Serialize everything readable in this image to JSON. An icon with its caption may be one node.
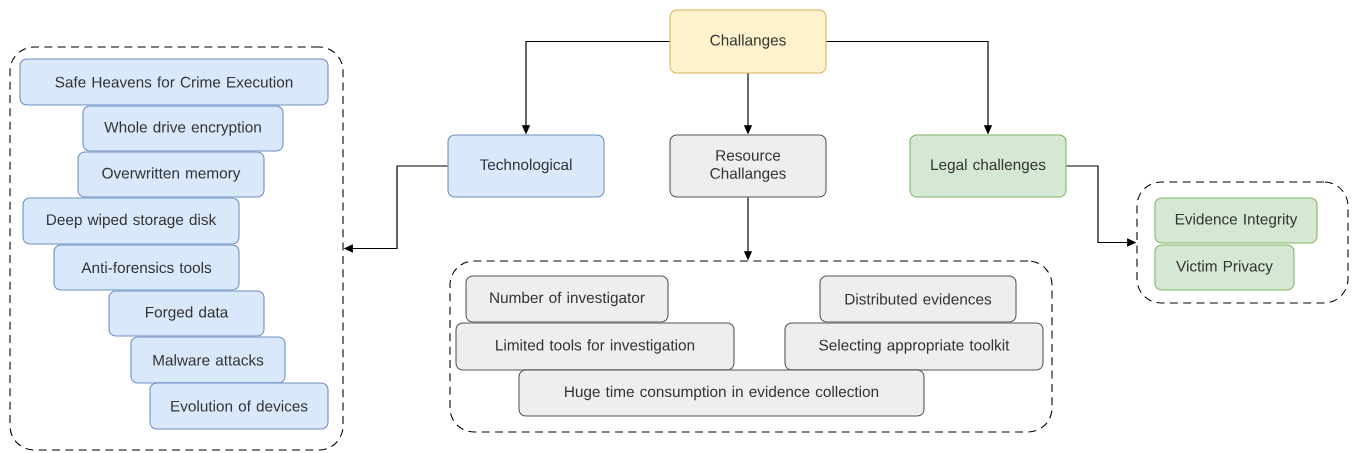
{
  "diagram": {
    "nodes": [
      {
        "text": [
          "Challanges"
        ]
      },
      {
        "text": [
          "Technological"
        ]
      },
      {
        "text": [
          "Resource Challanges"
        ]
      },
      {
        "text": [
          "Legal challenges"
        ]
      },
      {
        "text": [],
        "shape": "box"
      },
      {
        "text": [
          "Safe Heavens for Crime Execution"
        ],
        "in": 4
      },
      {
        "text": [
          "Whole drive encryption"
        ],
        "in": 4
      },
      {
        "text": [
          "Overwritten memory"
        ],
        "in": 4
      },
      {
        "text": [
          "Deep wiped storage disk"
        ],
        "in": 4
      },
      {
        "text": [
          "Anti-forensics tools"
        ],
        "in": 4
      },
      {
        "text": [
          "Forged data"
        ],
        "in": 4
      },
      {
        "text": [
          "Malware attacks"
        ],
        "in": 4
      },
      {
        "text": [
          "Evolution of devices"
        ],
        "in": 4
      },
      {
        "text": [],
        "shape": "box"
      },
      {
        "text": [
          "Number of investigator"
        ],
        "in": 13
      },
      {
        "text": [
          "Distributed evidences"
        ],
        "in": 13
      },
      {
        "text": [
          "Limited tools for investigation"
        ],
        "in": 13
      },
      {
        "text": [
          "Selecting appropriate toolkit"
        ],
        "in": 13
      },
      {
        "text": [
          "Huge time consumption in evidence collection"
        ],
        "in": 13
      },
      {
        "text": [],
        "shape": "box"
      },
      {
        "text": [
          "Evidence Integrity"
        ],
        "in": 19
      },
      {
        "text": [
          "Victim Privacy"
        ],
        "in": 19
      }
    ],
    "edges": [
      {
        "from": 0,
        "to": 1,
        "arrow": "to"
      },
      {
        "from": 0,
        "to": 2,
        "arrow": "to"
      },
      {
        "from": 0,
        "to": 3,
        "arrow": "to"
      },
      {
        "from": 1,
        "to": 4,
        "arrow": "to"
      },
      {
        "from": 2,
        "to": 13,
        "arrow": "to"
      },
      {
        "from": 3,
        "to": 19,
        "arrow": "to"
      }
    ]
  }
}
